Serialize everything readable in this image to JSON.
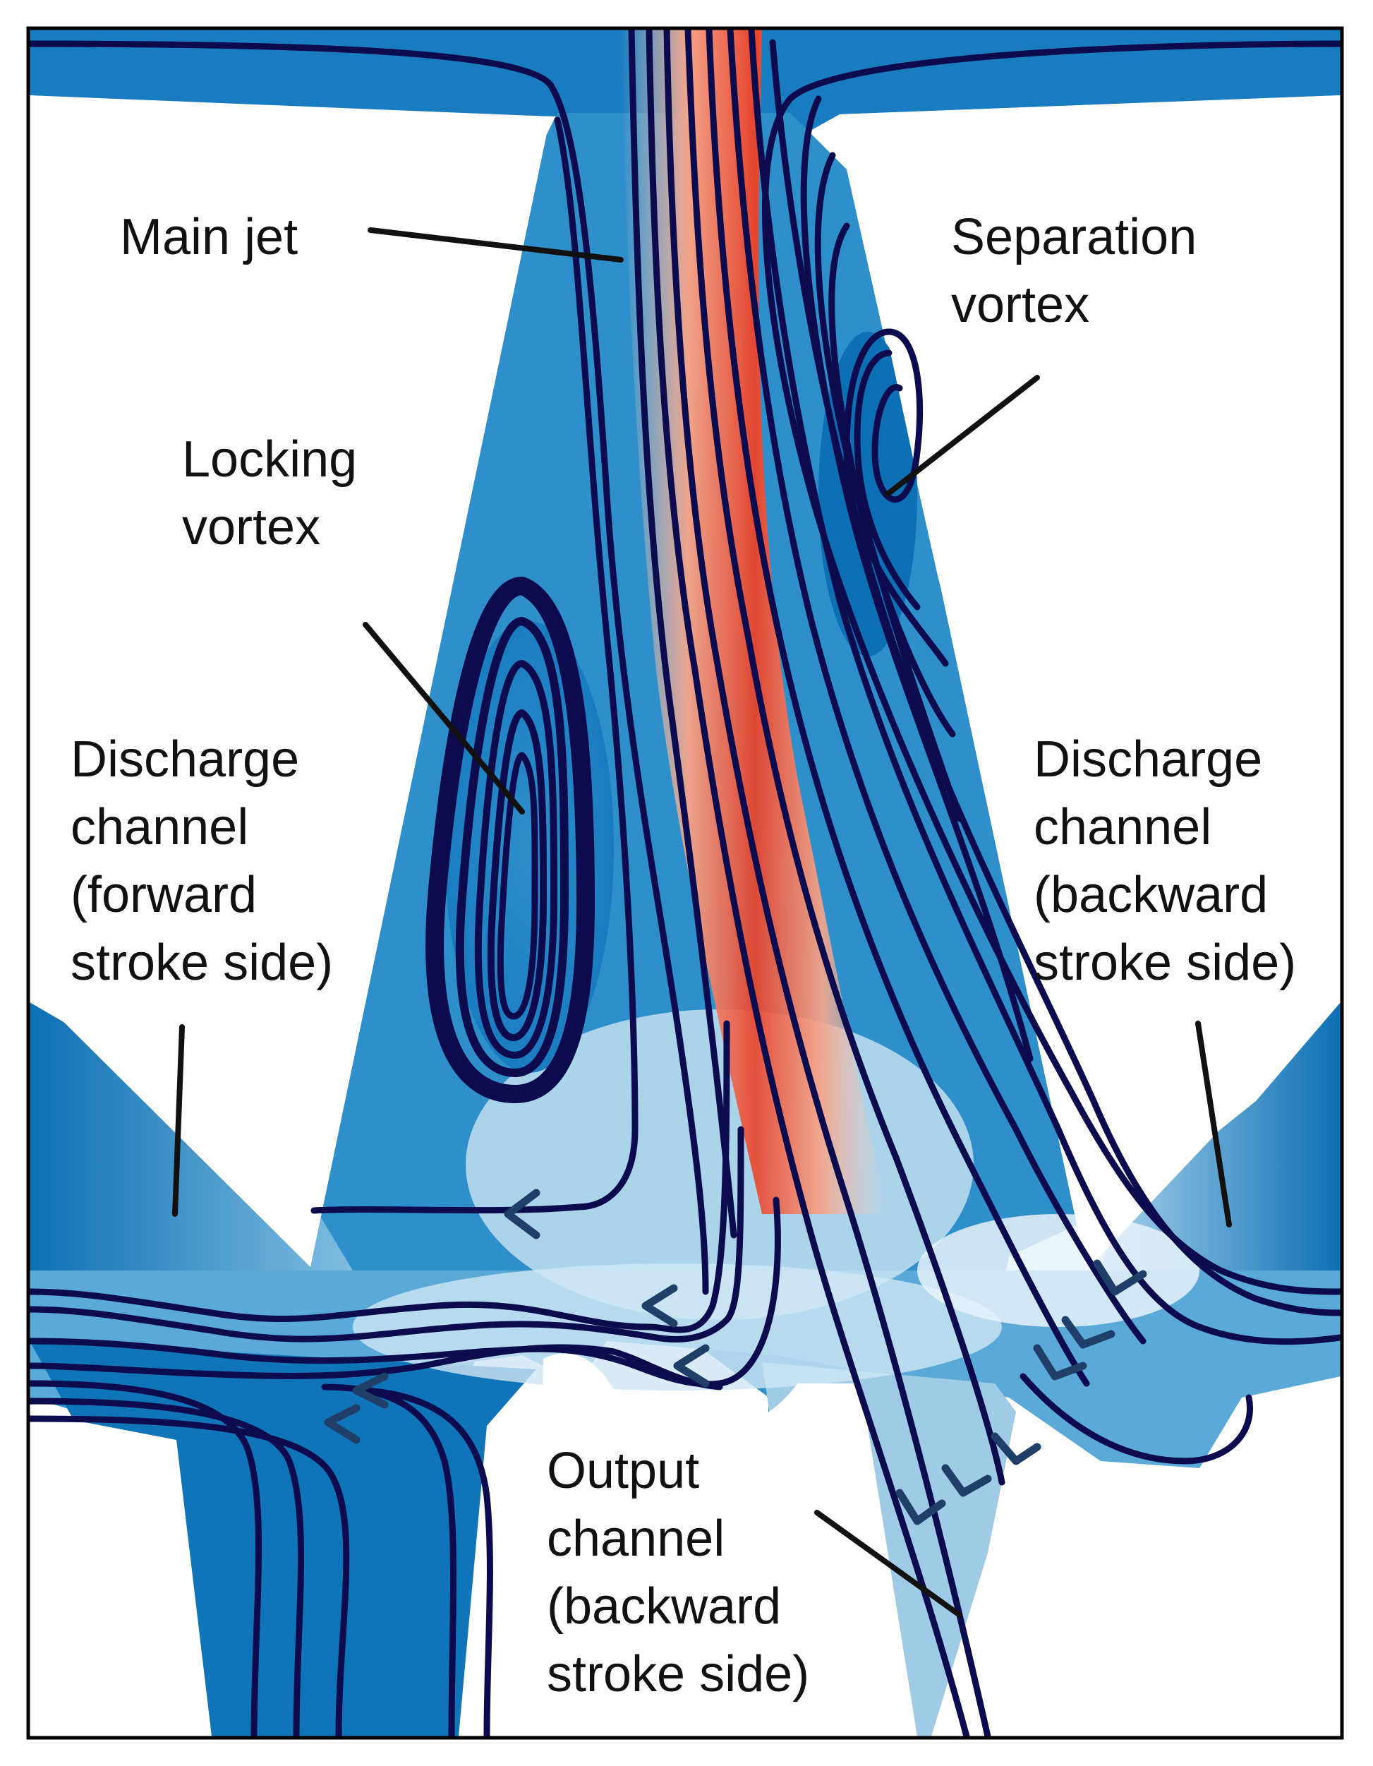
{
  "colors": {
    "streamline": "#0b0b4e",
    "arrow": "#1f3f68",
    "fluid_deep": "#0d6fb4",
    "fluid_mid": "#2f8fcb",
    "fluid_light": "#7fbde0",
    "fluid_pale": "#d6ebf6",
    "jet_core": "#e8442c",
    "jet_warm": "#f6a488",
    "leader": "#111111",
    "frame": "#000000"
  },
  "labels": {
    "main_jet": [
      "Main jet"
    ],
    "separation_vortex": [
      "Separation",
      "vortex"
    ],
    "locking_vortex": [
      "Locking",
      "vortex"
    ],
    "discharge_forward": [
      "Discharge",
      "channel",
      "(forward",
      "stroke side)"
    ],
    "discharge_backward": [
      "Discharge",
      "channel",
      "(backward",
      "stroke side)"
    ],
    "output_backward": [
      "Output",
      "channel",
      "(backward",
      "stroke side)"
    ]
  }
}
